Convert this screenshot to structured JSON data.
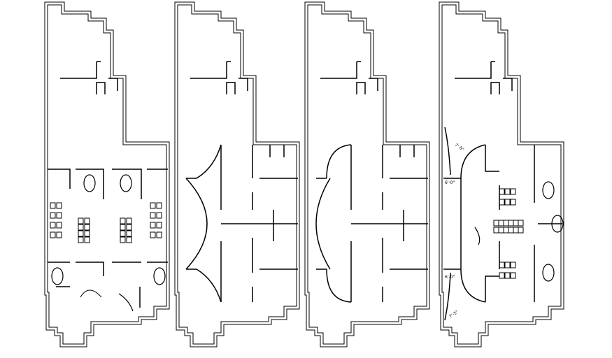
{
  "drawing": {
    "plans": [
      {
        "id": "plan-1",
        "variant": "furnished"
      },
      {
        "id": "plan-2",
        "variant": "empty-convex-arcs"
      },
      {
        "id": "plan-3",
        "variant": "empty-concave-arcs"
      },
      {
        "id": "plan-4",
        "variant": "furnished-with-dimensions"
      }
    ],
    "dimensions": [
      "7'-5\"",
      "6'-0\"",
      "6'-0\"",
      "7'-5\""
    ],
    "colors": {
      "line": "#000000",
      "background": "#ffffff"
    }
  }
}
